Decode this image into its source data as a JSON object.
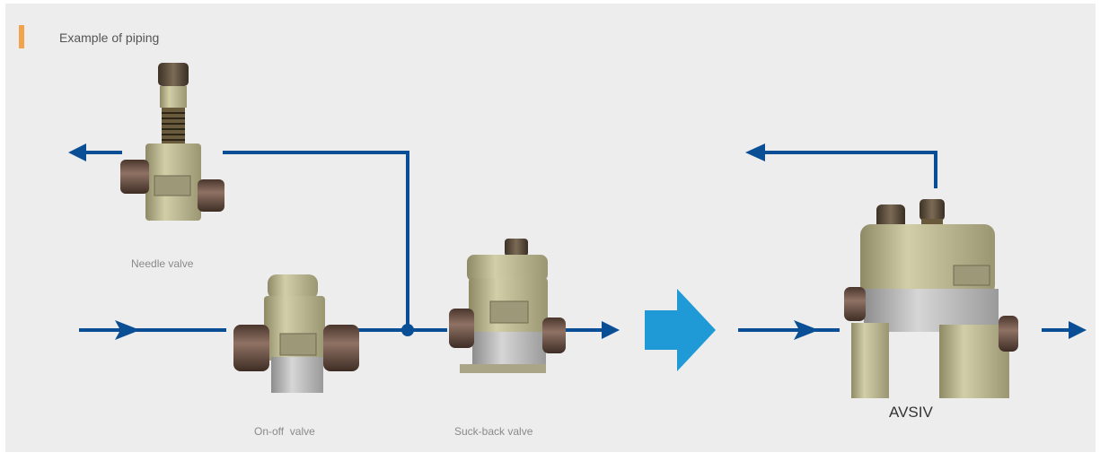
{
  "title": "Example of piping",
  "labels": {
    "needle_valve": "Needle valve",
    "on_off_valve": "On-off  valve",
    "suck_back_valve": "Suck-back valve",
    "integrated_valve": "AVSIV"
  },
  "colors": {
    "panel_background": "#ededed",
    "accent_bar": "#f2a24a",
    "pipe_line": "#0a4f95",
    "transition_arrow": "#1f9ad6",
    "valve_body": "#b8b48c",
    "valve_fitting": "#6e5346",
    "valve_base": "#b3b3b3"
  },
  "icons": {
    "needle": "needle-valve-icon",
    "on_off": "on-off-valve-icon",
    "suck_back": "suck-back-valve-icon",
    "avsiv": "avsiv-valve-icon",
    "transition": "right-arrow-icon"
  }
}
